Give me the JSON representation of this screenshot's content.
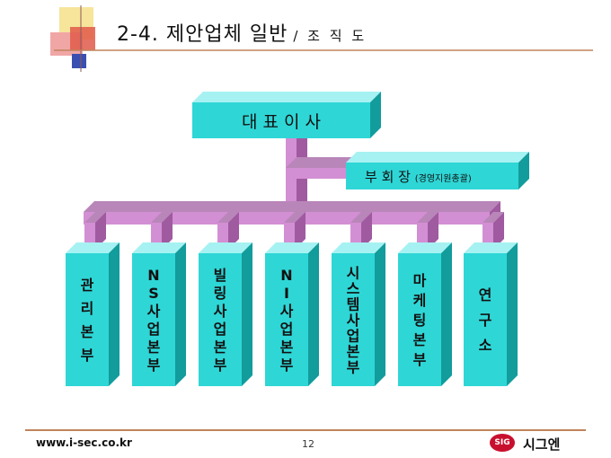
{
  "header": {
    "title": "2-4. 제안업체 일반",
    "subtitle": "/ 조 직 도"
  },
  "org_chart": {
    "ceo": "대 표 이 사",
    "vice_chairman": "부 회 장",
    "vice_chairman_note": "(경영지원총괄)",
    "departments": [
      [
        "관",
        "리",
        "본",
        "부"
      ],
      [
        "N",
        "S",
        "사",
        "업",
        "본",
        "부"
      ],
      [
        "빌",
        "링",
        "사",
        "업",
        "본",
        "부"
      ],
      [
        "N",
        "I",
        "사",
        "업",
        "본",
        "부"
      ],
      [
        "시",
        "스",
        "템",
        "사",
        "업",
        "본",
        "부"
      ],
      [
        "마",
        "케",
        "팅",
        "본",
        "부"
      ],
      [
        "연",
        "구",
        "소"
      ]
    ]
  },
  "colors": {
    "box_front": "#2fd6d6",
    "box_top": "#a6f2f2",
    "box_side": "#129c9c",
    "connector_front": "#d38fd3",
    "connector_top": "#b986b9",
    "connector_side": "#a05aa0"
  },
  "footer": {
    "url": "www.i-sec.co.kr",
    "page": "12",
    "logo_badge": "SIG",
    "logo_text": "시그엔"
  }
}
